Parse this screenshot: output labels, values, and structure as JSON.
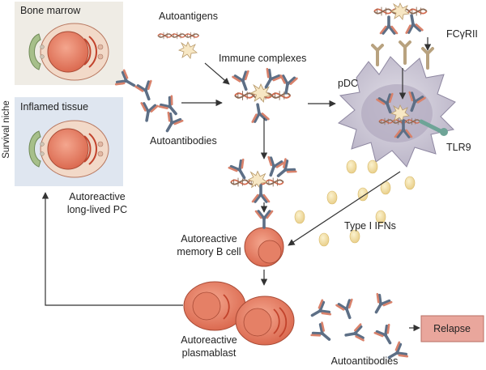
{
  "colors": {
    "bone_marrow_bg": "#efece5",
    "inflamed_tissue_bg": "#dfe6f0",
    "cell_body": "#e8846a",
    "cell_nucleus": "#d9614a",
    "stromal_cell": "#a6bf8a",
    "pdc_body": "#cdc8d6",
    "ifn": "#f3e3a6",
    "antibody_heavy": "#5d6f86",
    "antibody_light": "#d9826b",
    "dna_strand_a": "#d46a4e",
    "dna_strand_b": "#8c6a55",
    "autoantigen": "#f7e7c4",
    "tlr9": "#6ea497",
    "fcr": "#b8a27f",
    "relapse_box": "#e9a69c",
    "arrow": "#333333"
  },
  "labels": {
    "survival_niche": "Survival niche",
    "bone_marrow": "Bone marrow",
    "inflamed_tissue": "Inflamed tissue",
    "autoreactive_pc_line1": "Autoreactive",
    "autoreactive_pc_line2": "long-lived PC",
    "autoantigens": "Autoantigens",
    "immune_complexes": "Immune complexes",
    "autoantibodies_top": "Autoantibodies",
    "pdc": "pDC",
    "fcgr": "FCγRII",
    "tlr9": "TLR9",
    "type_i_ifns": "Type I IFNs",
    "memory_b_line1": "Autoreactive",
    "memory_b_line2": "memory B cell",
    "plasmablast_line1": "Autoreactive",
    "plasmablast_line2": "plasmablast",
    "autoantibodies_bottom": "Autoantibodies",
    "relapse": "Relapse"
  }
}
